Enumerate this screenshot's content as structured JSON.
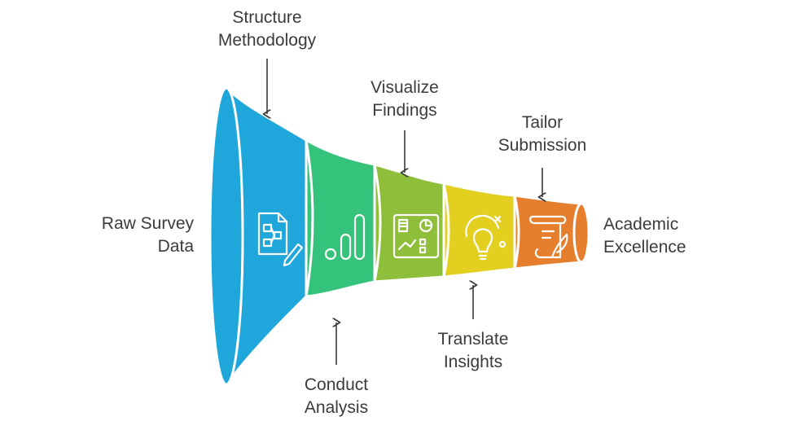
{
  "input": {
    "line1": "Raw Survey",
    "line2": "Data"
  },
  "output": {
    "line1": "Academic",
    "line2": "Excellence"
  },
  "stages": [
    {
      "line1": "Structure",
      "line2": "Methodology",
      "icon": "flowchart-document-icon",
      "color": "#1fa7dc"
    },
    {
      "line1": "Conduct",
      "line2": "Analysis",
      "icon": "bar-chart-icon",
      "color": "#35c27a"
    },
    {
      "line1": "Visualize",
      "line2": "Findings",
      "icon": "dashboard-icon",
      "color": "#8fbf3a"
    },
    {
      "line1": "Translate",
      "line2": "Insights",
      "icon": "lightbulb-icon",
      "color": "#e3cf1f"
    },
    {
      "line1": "Tailor",
      "line2": "Submission",
      "icon": "scroll-quill-icon",
      "color": "#e57f2e"
    }
  ]
}
